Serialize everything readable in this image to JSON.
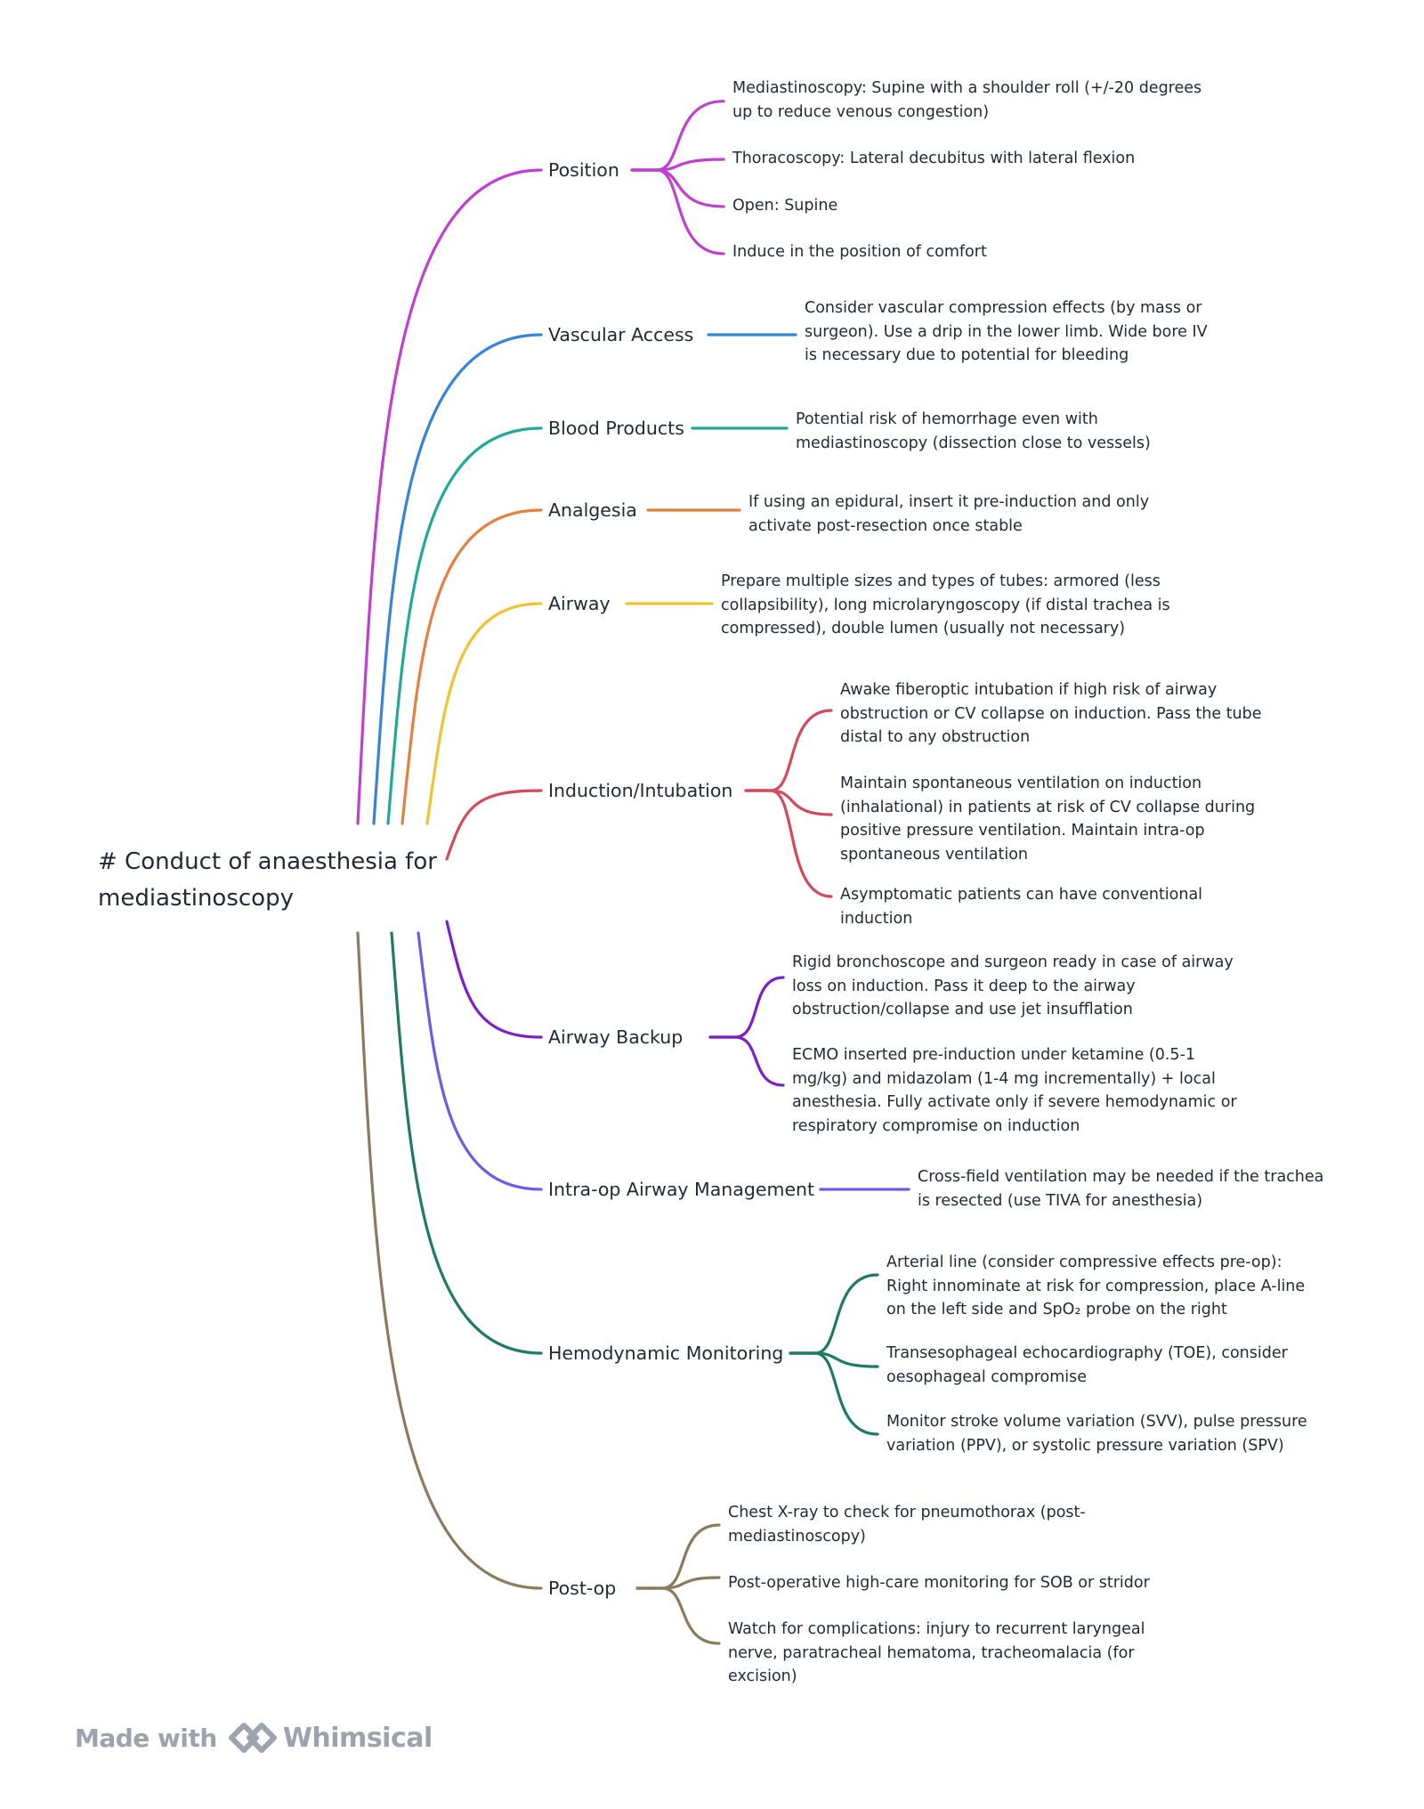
{
  "root": {
    "title": "# Conduct of anaesthesia for mediastinoscopy"
  },
  "branches": [
    {
      "label": "Position",
      "color": "#c03fd1",
      "leaves": [
        "Mediastinoscopy: Supine with a shoulder roll (+/-20 degrees up to reduce venous congestion)",
        "Thoracoscopy: Lateral decubitus with lateral flexion",
        "Open: Supine",
        "Induce in the position of comfort"
      ]
    },
    {
      "label": "Vascular Access",
      "color": "#3584d8",
      "leaves": [
        "Consider vascular compression effects (by mass or surgeon). Use a drip in the lower limb. Wide bore IV is necessary due to potential for bleeding"
      ]
    },
    {
      "label": "Blood Products",
      "color": "#20a99a",
      "leaves": [
        "Potential risk of hemorrhage even with mediastinoscopy (dissection close to vessels)"
      ]
    },
    {
      "label": "Analgesia",
      "color": "#e57f3e",
      "leaves": [
        "If using an epidural, insert it pre-induction and only activate post-resection once stable"
      ]
    },
    {
      "label": "Airway",
      "color": "#f1c232",
      "leaves": [
        "Prepare multiple sizes and types of tubes: armored (less collapsibility), long microlaryngoscopy (if distal trachea is compressed), double lumen (usually not necessary)"
      ]
    },
    {
      "label": "Induction/Intubation",
      "color": "#d24a5c",
      "leaves": [
        "Awake fiberoptic intubation if high risk of airway obstruction or CV collapse on induction. Pass the tube distal to any obstruction",
        "Maintain spontaneous ventilation on induction (inhalational) in patients at risk of CV collapse during positive pressure ventilation. Maintain intra-op spontaneous ventilation",
        "Asymptomatic patients can have conventional induction"
      ]
    },
    {
      "label": "Airway Backup",
      "color": "#7b1fc8",
      "leaves": [
        "Rigid bronchoscope and surgeon ready in case of airway loss on induction. Pass it deep to the airway obstruction/collapse and use jet insufflation",
        "ECMO inserted pre-induction under ketamine (0.5-1 mg/kg) and midazolam (1-4 mg incrementally) + local anesthesia. Fully activate only if severe hemodynamic or respiratory compromise on induction"
      ]
    },
    {
      "label": "Intra-op Airway Management",
      "color": "#6b5ce7",
      "leaves": [
        "Cross-field ventilation may be needed if the trachea is resected (use TIVA for anesthesia)"
      ]
    },
    {
      "label": "Hemodynamic Monitoring",
      "color": "#1f7a64",
      "leaves": [
        "Arterial line (consider compressive effects pre-op): Right innominate at risk for compression, place A-line on the left side and SpO₂ probe on the right",
        "Transesophageal echocardiography (TOE), consider oesophageal compromise",
        "Monitor stroke volume variation (SVV), pulse pressure variation (PPV), or systolic pressure variation (SPV)"
      ]
    },
    {
      "label": "Post-op",
      "color": "#8b7a5e",
      "leaves": [
        "Chest X-ray to check for pneumothorax (post-mediastinoscopy)",
        "Post-operative high-care monitoring for SOB or stridor",
        "Watch for complications: injury to recurrent laryngeal nerve, paratracheal hematoma, tracheomalacia (for excision)"
      ]
    }
  ],
  "footer": {
    "made_with": "Made with",
    "brand": "Whimsical",
    "color": "#9ca3af"
  }
}
